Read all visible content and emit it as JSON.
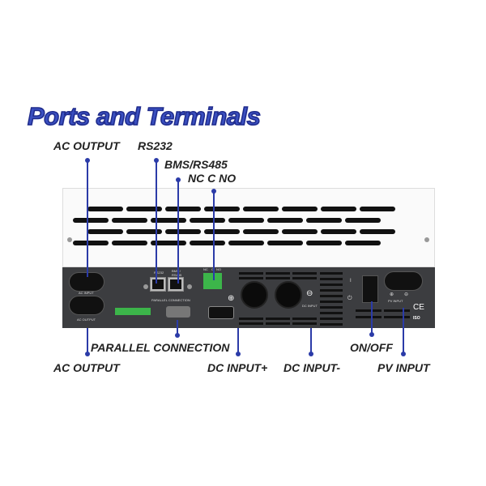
{
  "title": "Ports and Terminals",
  "callouts": {
    "ac_output_top": "AC OUTPUT",
    "rs232": "RS232",
    "bms_rs485": "BMS/RS485",
    "nc_c_no": "NC C NO",
    "parallel_connection": "PARALLEL CONNECTION",
    "ac_output_bottom": "AC OUTPUT",
    "dc_input_plus": "DC INPUT+",
    "dc_input_minus": "DC INPUT-",
    "on_off": "ON/OFF",
    "pv_input": "PV INPUT"
  },
  "panel": {
    "ac_input": "AC INPUT",
    "ac_output": "AC OUTPUT",
    "rs232": "RS232",
    "bms": "BMS / RS485",
    "nc": "NC",
    "c": "C",
    "no": "NO",
    "parallel": "PARALLEL CONNECTION",
    "dc_input": "DC INPUT",
    "plus": "⊕",
    "minus": "⊖",
    "pv_input": "PV INPUT",
    "on": "I",
    "power": "⏻",
    "ce": "CE",
    "iso": "ISO"
  },
  "colors": {
    "leader": "#2b3ba8",
    "title": "#3a4fc0",
    "panel": "#3c3d40",
    "terminal": "#3cb54a"
  }
}
